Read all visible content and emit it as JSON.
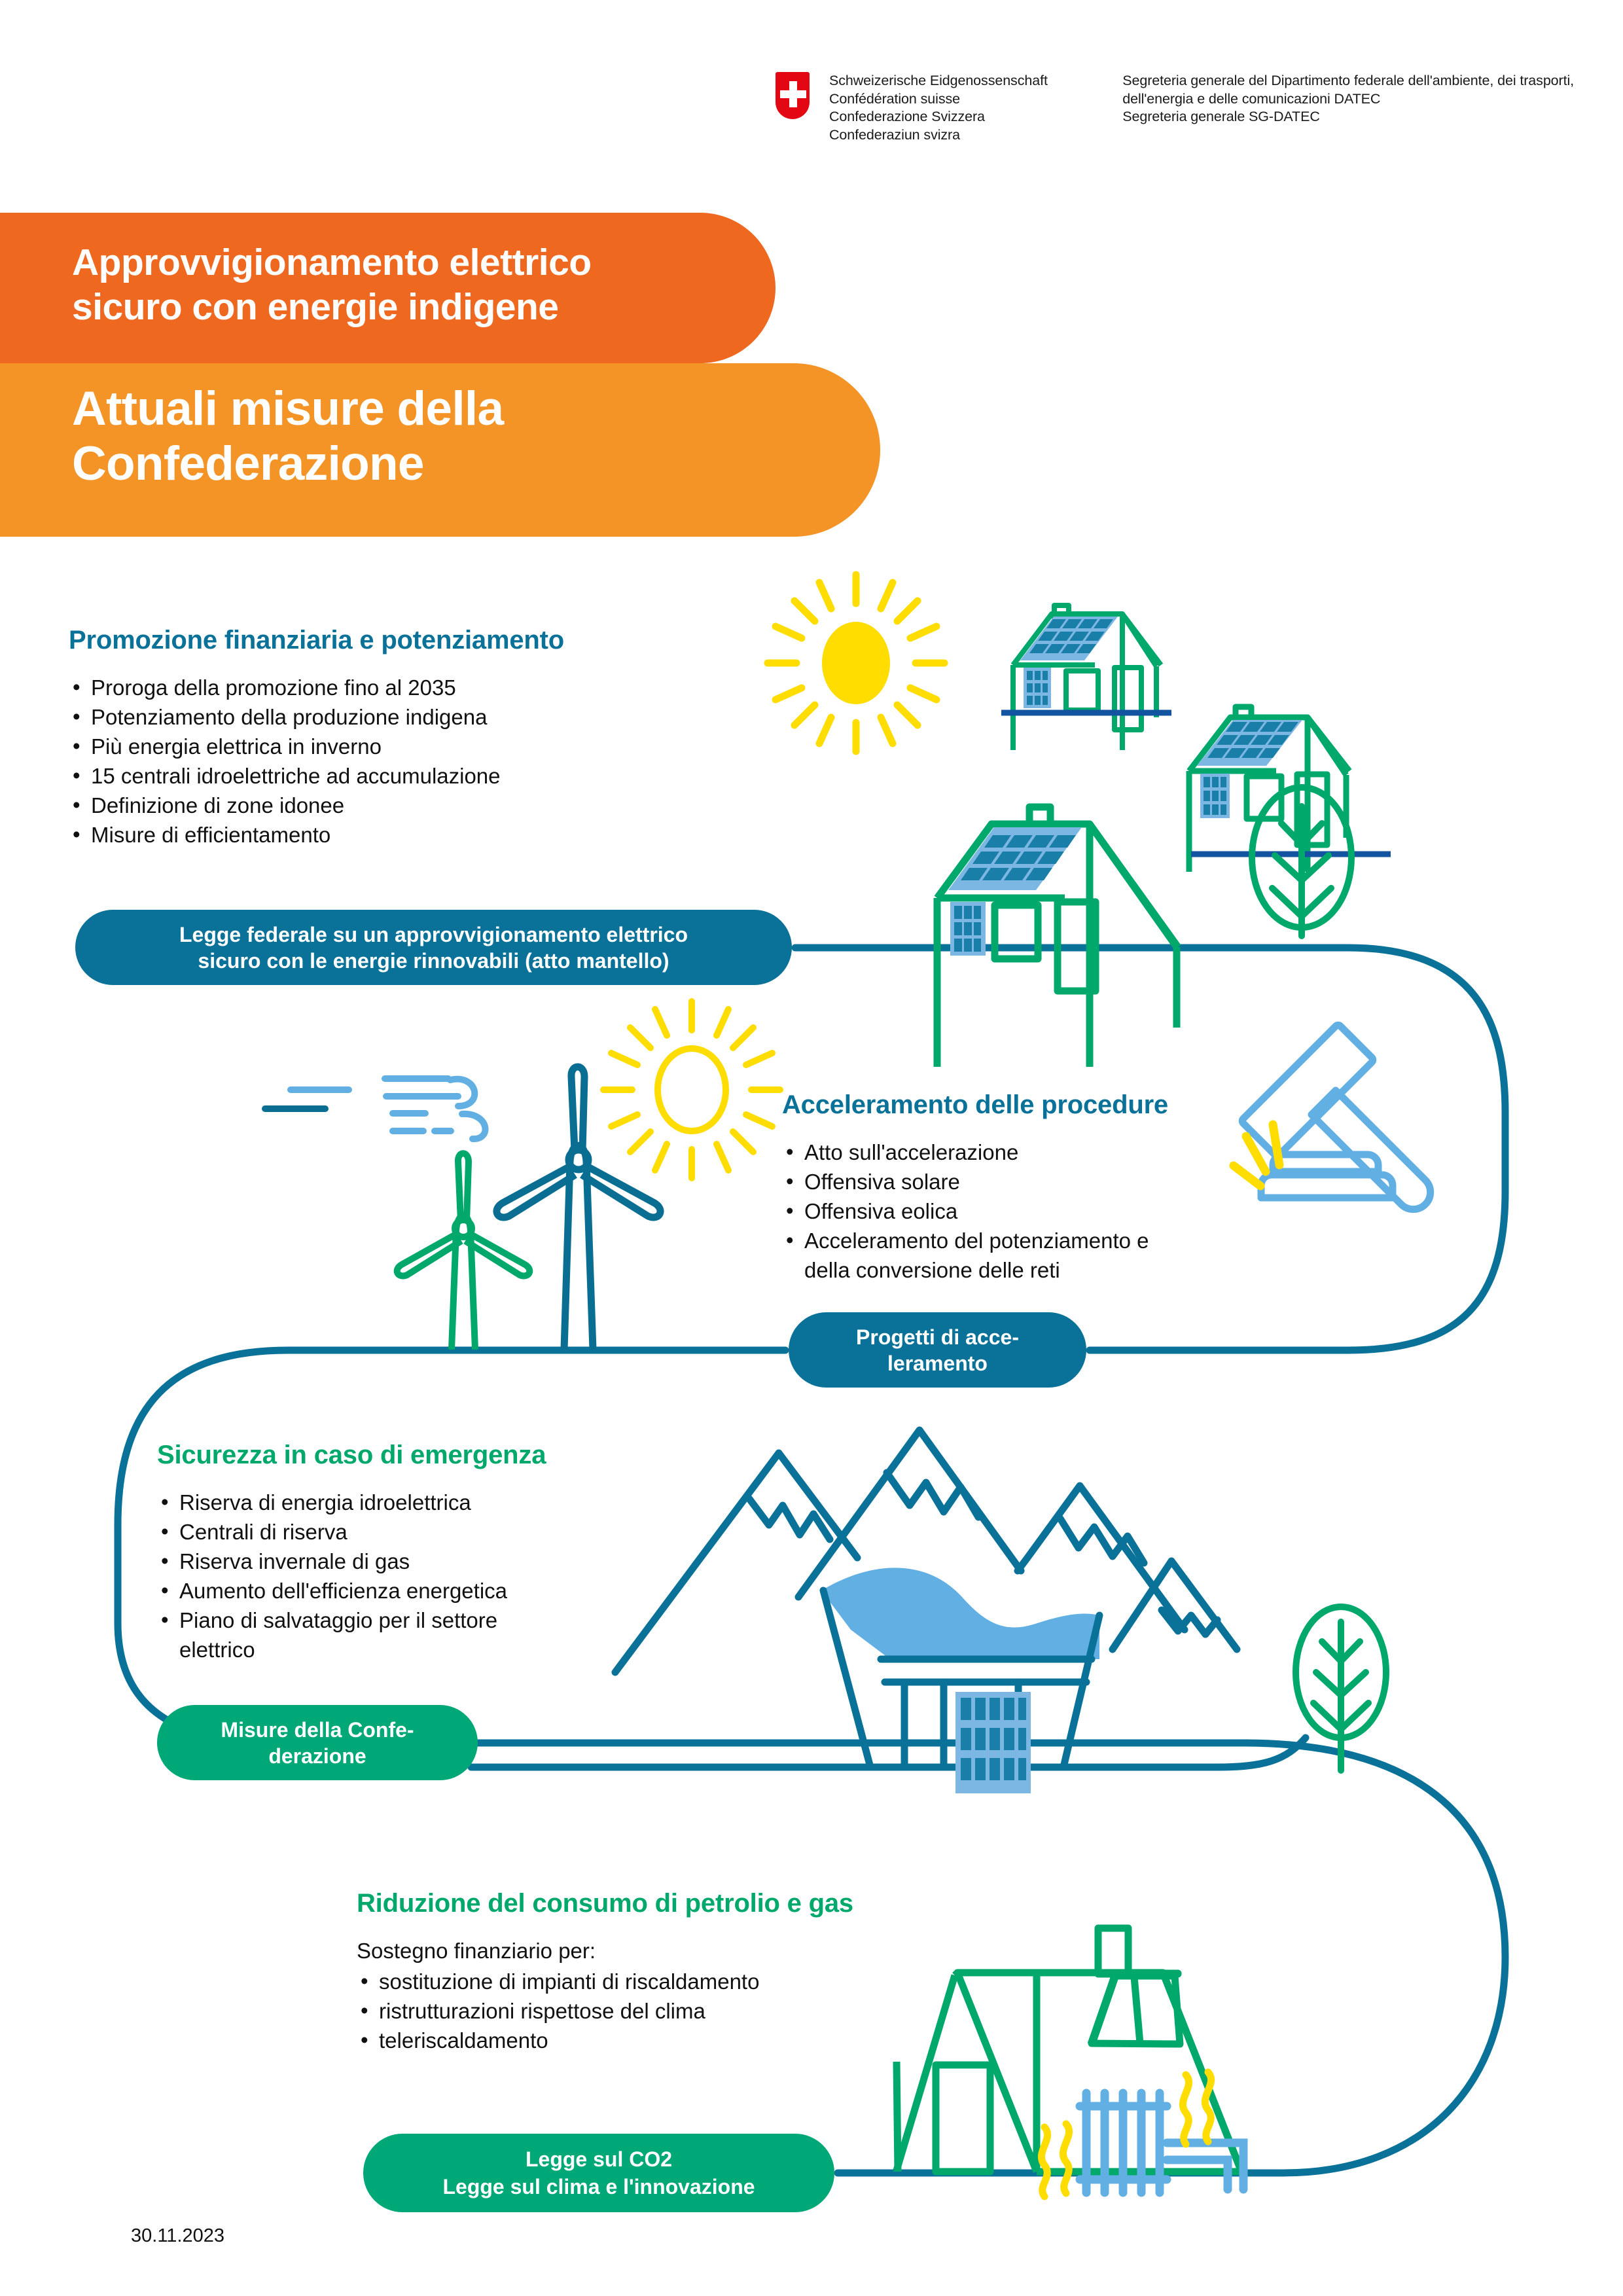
{
  "header": {
    "swiss_confederation": [
      "Schweizerische Eidgenossenschaft",
      "Confédération suisse",
      "Confederazione Svizzera",
      "Confederaziun svizra"
    ],
    "department_line1": "Segreteria generale del Dipartimento federale dell'ambiente, dei trasporti,",
    "department_line2": "dell'energia e delle comunicazioni DATEC",
    "department_bold": "Segreteria generale SG-DATEC"
  },
  "title": {
    "line1": "Approvvigionamento elettrico",
    "line2": "sicuro con energie indigene",
    "main1": "Attuali misure della",
    "main2": "Confederazione"
  },
  "sections": [
    {
      "heading": "Promozione finanziaria e potenziamento",
      "bullets": [
        "Proroga della promozione fino al 2035",
        "Potenziamento della produzione indigena",
        "Più energia elettrica in inverno",
        "15 centrali idroelettriche ad accumulazione",
        "Definizione di zone idonee",
        "Misure di efficientamento"
      ],
      "pill_line1": "Legge federale su un approvvigionamento elettrico",
      "pill_line2": "sicuro con le energie rinnovabili (atto mantello)"
    },
    {
      "heading": "Acceleramento delle procedure",
      "bullets": [
        "Atto sull'accelerazione",
        "Offensiva solare",
        "Offensiva eolica",
        "Acceleramento del potenziamento e"
      ],
      "bullet4_continuation": "della conversione delle reti",
      "pill_line1": "Progetti di acce-",
      "pill_line2": "leramento"
    },
    {
      "heading": "Sicurezza in caso di emergenza",
      "bullets": [
        "Riserva di energia idroelettrica",
        "Centrali di riserva",
        "Riserva invernale di gas",
        "Aumento dell'efficienza energetica",
        "Piano di salvataggio per il settore"
      ],
      "bullet5_continuation": "elettrico",
      "pill_line1": "Misure della Confe-",
      "pill_line2": "derazione"
    },
    {
      "heading": "Riduzione del consumo di petrolio e gas",
      "lead": "Sostegno finanziario per:",
      "bullets": [
        "sostituzione di impianti di riscaldamento",
        "ristrutturazioni rispettose del clima",
        "teleriscaldamento"
      ],
      "pill_line1": "Legge sul CO2",
      "pill_line2": "Legge sul clima e l'innovazione"
    }
  ],
  "footer": {
    "date": "30.11.2023"
  },
  "colors": {
    "orange_dark": "#ef6820",
    "orange_light": "#f49426",
    "teal": "#0a7198",
    "green": "#00a86b",
    "green_pill": "#00a878",
    "light_blue": "#62b0e3",
    "yellow": "#ffdd00",
    "swiss_red": "#e30613"
  }
}
